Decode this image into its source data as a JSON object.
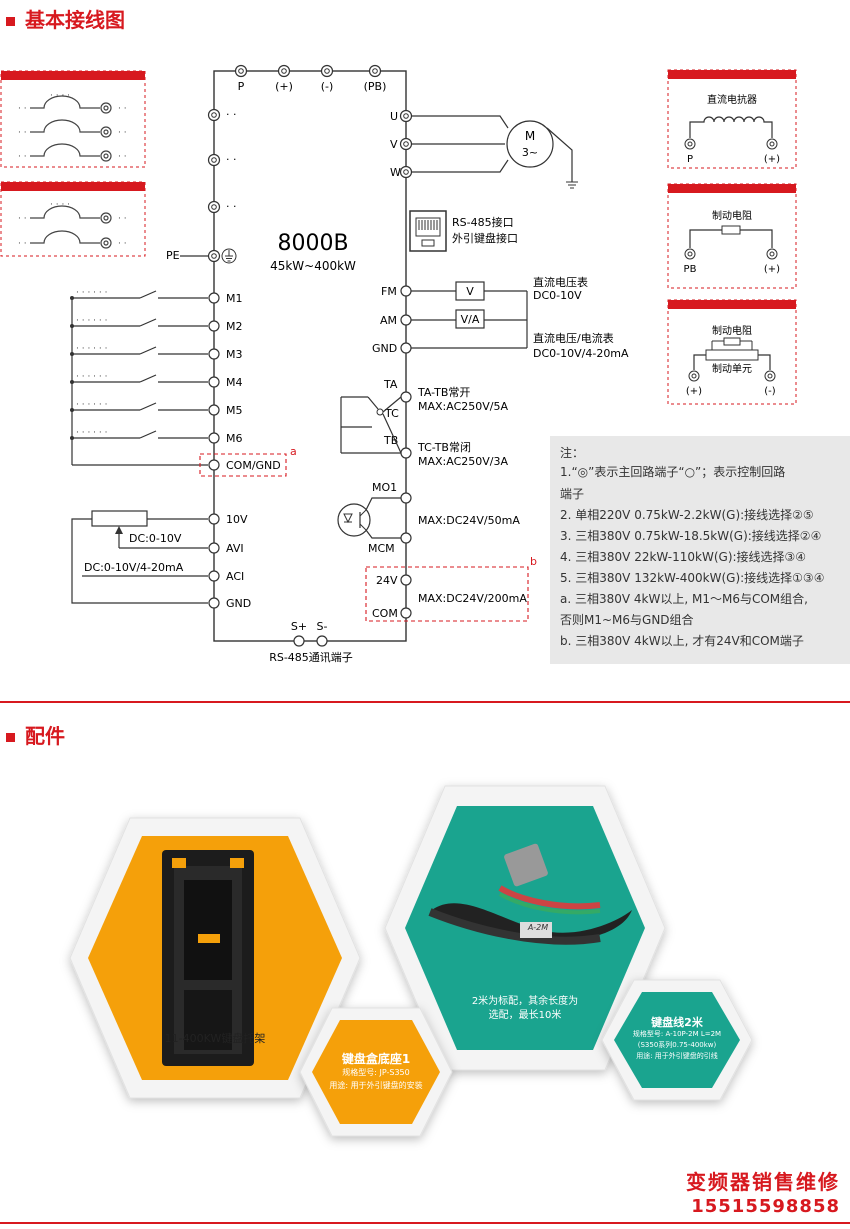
{
  "sections": {
    "wiring_title": "基本接线图",
    "accessories_title": "配件"
  },
  "diagram": {
    "model": "8000B",
    "power_range": "45kW~400kW",
    "top_terminals": [
      "P",
      "(+)",
      "(-)",
      "(PB)"
    ],
    "pe_label": "PE",
    "output_terminals": [
      "U",
      "V",
      "W"
    ],
    "motor_label": "M",
    "motor_phase": "3~",
    "rs485_port": "RS-485接口",
    "ext_keyboard_port": "外引键盘接口",
    "inputs": [
      "M1",
      "M2",
      "M3",
      "M4",
      "M5",
      "M6"
    ],
    "com_gnd": "COM/GND",
    "mark_a": "a",
    "mark_b": "b",
    "analog_terminals": [
      "10V",
      "AVI",
      "ACI",
      "GND"
    ],
    "pot_range": "DC:0-10V",
    "aci_range": "DC:0-10V/4-20mA",
    "rs485_terminals": [
      "S+",
      "S-"
    ],
    "rs485_label": "RS-485通讯端子",
    "fm": "FM",
    "am": "AM",
    "gnd": "GND",
    "meter_v": "V",
    "meter_va": "V/A",
    "dc_voltmeter": "直流电压表",
    "dc_voltmeter_range": "DC0-10V",
    "dc_va_meter": "直流电压/电流表",
    "dc_va_range": "DC0-10V/4-20mA",
    "ta": "TA",
    "tc": "TC",
    "tb": "TB",
    "ta_tb_label": "TA-TB常开",
    "ta_tb_max": "MAX:AC250V/5A",
    "tc_tb_label": "TC-TB常闭",
    "tc_tb_max": "MAX:AC250V/3A",
    "mo1": "MO1",
    "mcm": "MCM",
    "mo1_max": "MAX:DC24V/50mA",
    "v24": "24V",
    "com": "COM",
    "v24_max": "MAX:DC24V/200mA",
    "reactor_title": "直流电抗器",
    "reactor_p": "P",
    "reactor_plus": "(+)",
    "resistor_title": "制动电阻",
    "resistor_pb": "PB",
    "resistor_plus": "(+)",
    "unit_title": "制动电阻",
    "unit_label": "制动单元",
    "unit_plus": "(+)",
    "unit_minus": "(-)"
  },
  "notes": [
    "注：",
    "1.“◎”表示主回路端子“○”；表示控制回路",
    "端子",
    "2. 单相220V  0.75kW-2.2kW(G):接线选择②⑤",
    "3. 三相380V  0.75kW-18.5kW(G):接线选择②④",
    "4. 三相380V  22kW-110kW(G):接线选择③④",
    "5. 三相380V  132kW-400kW(G):接线选择①③④",
    "a. 三相380V  4kW以上, M1～M6与COM组合,",
    "否则M1~M6与GND组合",
    "b. 三相380V  4kW以上, 才有24V和COM端子"
  ],
  "accessories": {
    "tray_label": "11-400KW键盘托架",
    "base_title": "键盘盒底座1",
    "base_model": "规格型号: JP-S350",
    "base_use": "用途: 用于外引键盘的安装",
    "cable_tag": "A-2M",
    "cable_note_1": "2米为标配，其余长度为",
    "cable_note_2": "选配，最长10米",
    "cable_title": "键盘线2米",
    "cable_model": "规格型号: A-10P-2M L=2M",
    "cable_series": "(S350系列0.75-400kw)",
    "cable_use": "用途: 用于外引键盘的引线"
  },
  "brand": {
    "slogan": "变频器销售维修",
    "phone": "15515598858"
  },
  "colors": {
    "accent": "#d7191f",
    "orange": "#f5a00a",
    "teal": "#1aa48f",
    "notes_bg": "#e8e8e8"
  }
}
